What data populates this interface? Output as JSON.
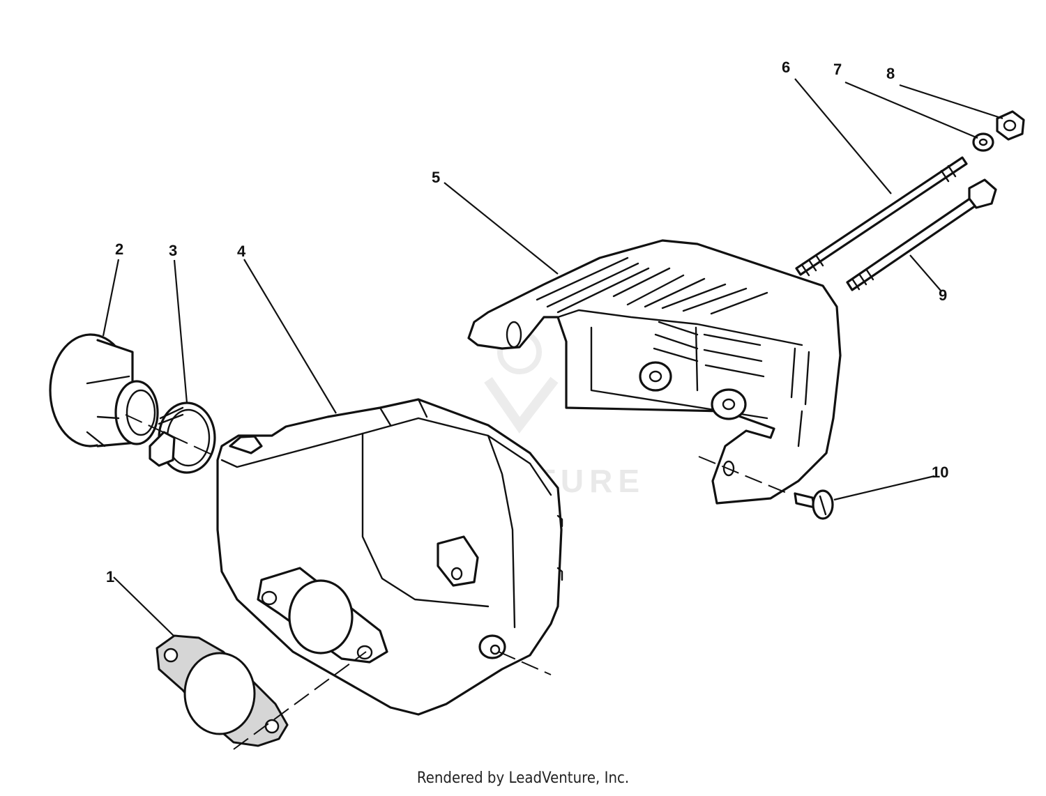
{
  "diagram": {
    "callouts": [
      "1",
      "2",
      "3",
      "4",
      "5",
      "6",
      "7",
      "8",
      "9",
      "10"
    ],
    "watermark": "LEADVENTURE"
  },
  "footer": {
    "credit": "Rendered by LeadVenture, Inc."
  }
}
